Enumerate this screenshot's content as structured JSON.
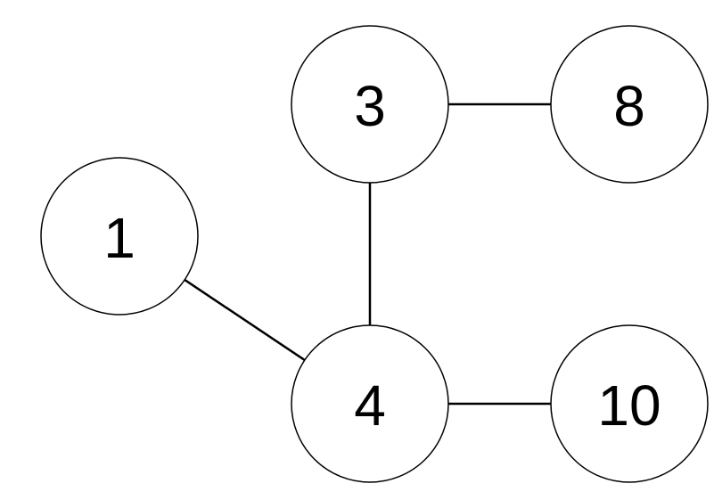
{
  "diagram": {
    "nodes": [
      {
        "id": "n1",
        "label": "1"
      },
      {
        "id": "n3",
        "label": "3"
      },
      {
        "id": "n4",
        "label": "4"
      },
      {
        "id": "n8",
        "label": "8"
      },
      {
        "id": "n10",
        "label": "10"
      }
    ],
    "edges": [
      {
        "from": "n3",
        "to": "n8"
      },
      {
        "from": "n3",
        "to": "n4"
      },
      {
        "from": "n1",
        "to": "n4"
      },
      {
        "from": "n4",
        "to": "n10"
      }
    ]
  }
}
